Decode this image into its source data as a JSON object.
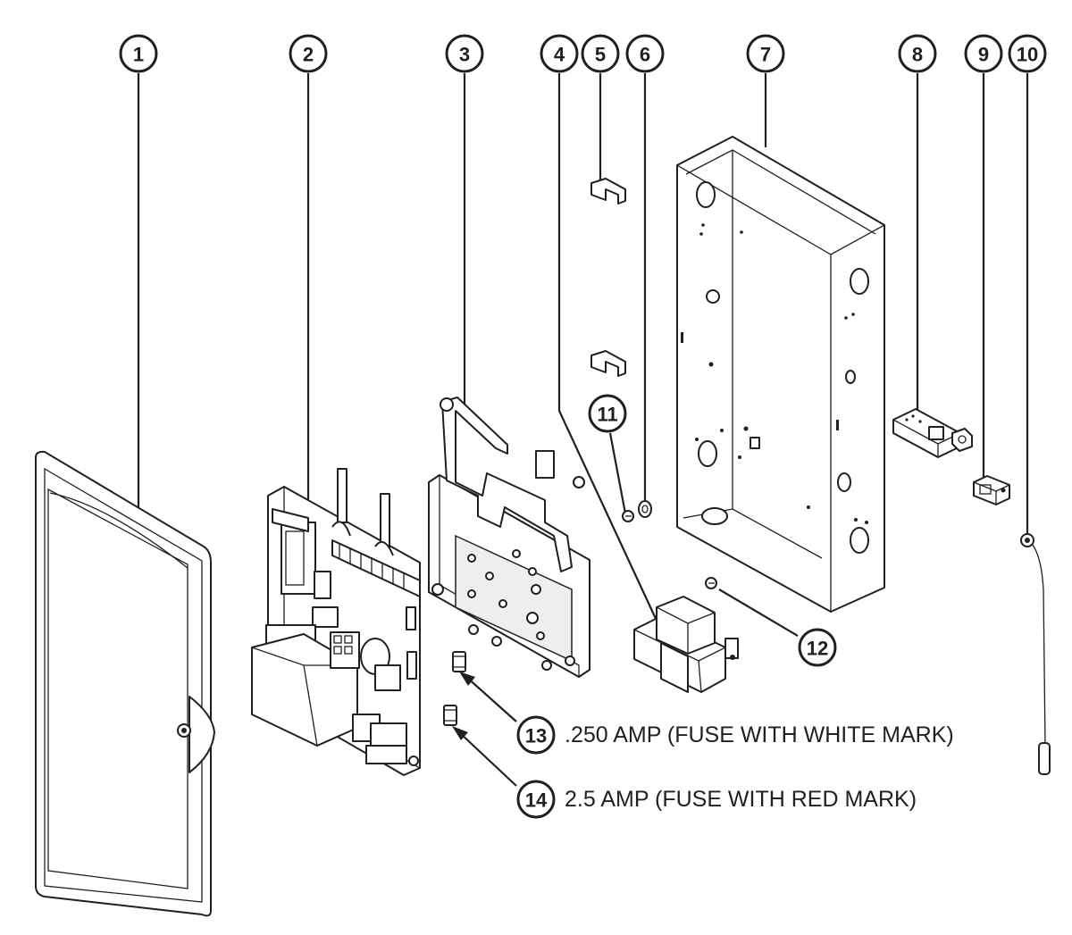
{
  "callouts": [
    {
      "id": "1",
      "label": "1"
    },
    {
      "id": "2",
      "label": "2"
    },
    {
      "id": "3",
      "label": "3"
    },
    {
      "id": "4",
      "label": "4"
    },
    {
      "id": "5",
      "label": "5"
    },
    {
      "id": "6",
      "label": "6"
    },
    {
      "id": "7",
      "label": "7"
    },
    {
      "id": "8",
      "label": "8"
    },
    {
      "id": "9",
      "label": "9"
    },
    {
      "id": "10",
      "label": "10"
    },
    {
      "id": "11",
      "label": "11"
    },
    {
      "id": "12",
      "label": "12"
    },
    {
      "id": "13",
      "label": "13"
    },
    {
      "id": "14",
      "label": "14"
    }
  ],
  "notes": {
    "fuse_13": ".250 AMP (FUSE WITH WHITE MARK)",
    "fuse_14": "2.5 AMP (FUSE WITH RED MARK)"
  }
}
